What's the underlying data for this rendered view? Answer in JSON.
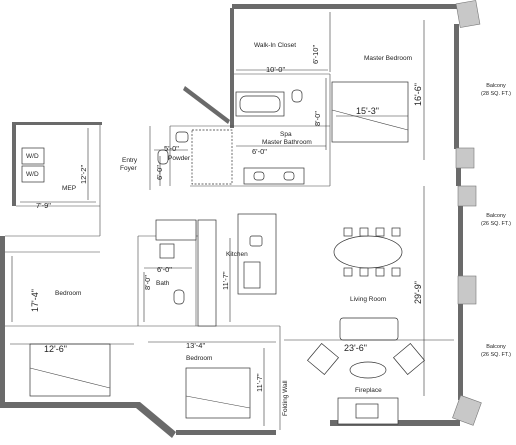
{
  "rooms": {
    "walk_in_closet": "Walk-In Closet",
    "master_bedroom": "Master Bedroom",
    "spa_master_bath_1": "Spa",
    "spa_master_bath_2": "Master Bathroom",
    "powder": "Powder",
    "entry_foyer_1": "Entry",
    "entry_foyer_2": "Foyer",
    "mep": "MEP",
    "wd_1": "W/D",
    "wd_2": "W/D",
    "kitchen": "Kitchen",
    "bath": "Bath",
    "bedroom_1": "Bedroom",
    "bedroom_2": "Bedroom",
    "living_room": "Living Room",
    "folding_wall": "Folding Wall",
    "fireplace": "Fireplace"
  },
  "balconies": [
    {
      "line1": "Balcony",
      "line2": "(28 SQ. FT.)"
    },
    {
      "line1": "Balcony",
      "line2": "(26 SQ. FT.)"
    },
    {
      "line1": "Balcony",
      "line2": "(26 SQ. FT.)"
    }
  ],
  "dimensions": {
    "closet_height": "6'-10\"",
    "closet_width": "10'-0\"",
    "master_depth": "16'-6\"",
    "master_width": "15'-3\"",
    "bath_height": "8'-0\"",
    "bath_width": "6'-0\"",
    "powder_width": "5'-0\"",
    "powder_height": "6'-0\"",
    "mep_height": "12'-2\"",
    "mep_width": "7'-9\"",
    "kitchen_depth": "11'-7\"",
    "bedroom1_height": "17'-4\"",
    "bedroom1_width": "12'-6\"",
    "living_depth": "29'-9\"",
    "living_width": "23'-6\"",
    "bedroom2_width": "13'-4\"",
    "bedroom2_height": "11'-7\""
  }
}
